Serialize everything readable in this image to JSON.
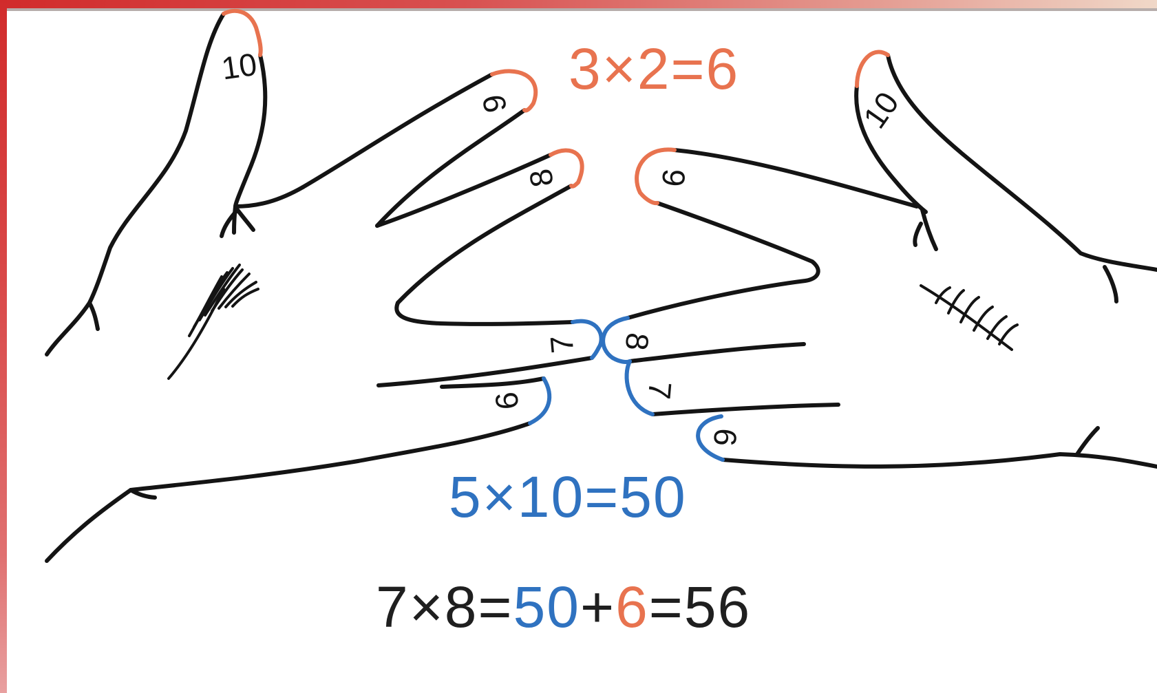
{
  "colors": {
    "accent_red": "#e8734f",
    "accent_blue": "#2f72c0",
    "ink": "#141414"
  },
  "fingers": {
    "left": {
      "thumb": "10",
      "index": "9",
      "middle": "8",
      "ring": "7",
      "pinky": "6"
    },
    "right": {
      "thumb": "10",
      "index": "9",
      "middle": "8",
      "ring": "7",
      "pinky": "6"
    }
  },
  "equations": {
    "top": "3×2=6",
    "middle": "5×10=50",
    "bottom": {
      "lhs": "7×8",
      "eq1": "=",
      "tens": "50",
      "plus": "+",
      "units": "6",
      "eq2": "=",
      "result": "56"
    }
  }
}
